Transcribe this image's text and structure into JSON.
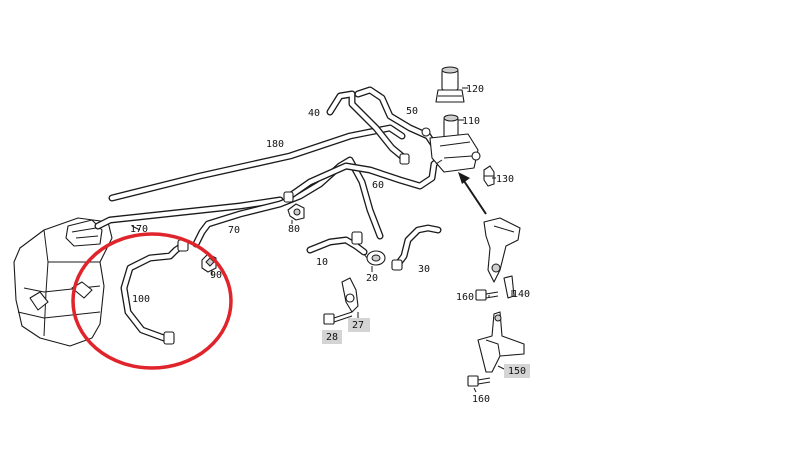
{
  "labels": {
    "p10": "10",
    "p20": "20",
    "p27": "27",
    "p28": "28",
    "p30": "30",
    "p40": "40",
    "p50": "50",
    "p60": "60",
    "p70": "70",
    "p80": "80",
    "p90": "90",
    "p100": "100",
    "p110": "110",
    "p120": "120",
    "p130": "130",
    "p140": "140",
    "p150": "150",
    "p160a": "160",
    "p160b": "160",
    "p170": "170",
    "p180": "180"
  },
  "colors": {
    "line": "#1a1a1a",
    "highlight_circle": "#e0242b",
    "label_box": "#d4d4d4"
  }
}
